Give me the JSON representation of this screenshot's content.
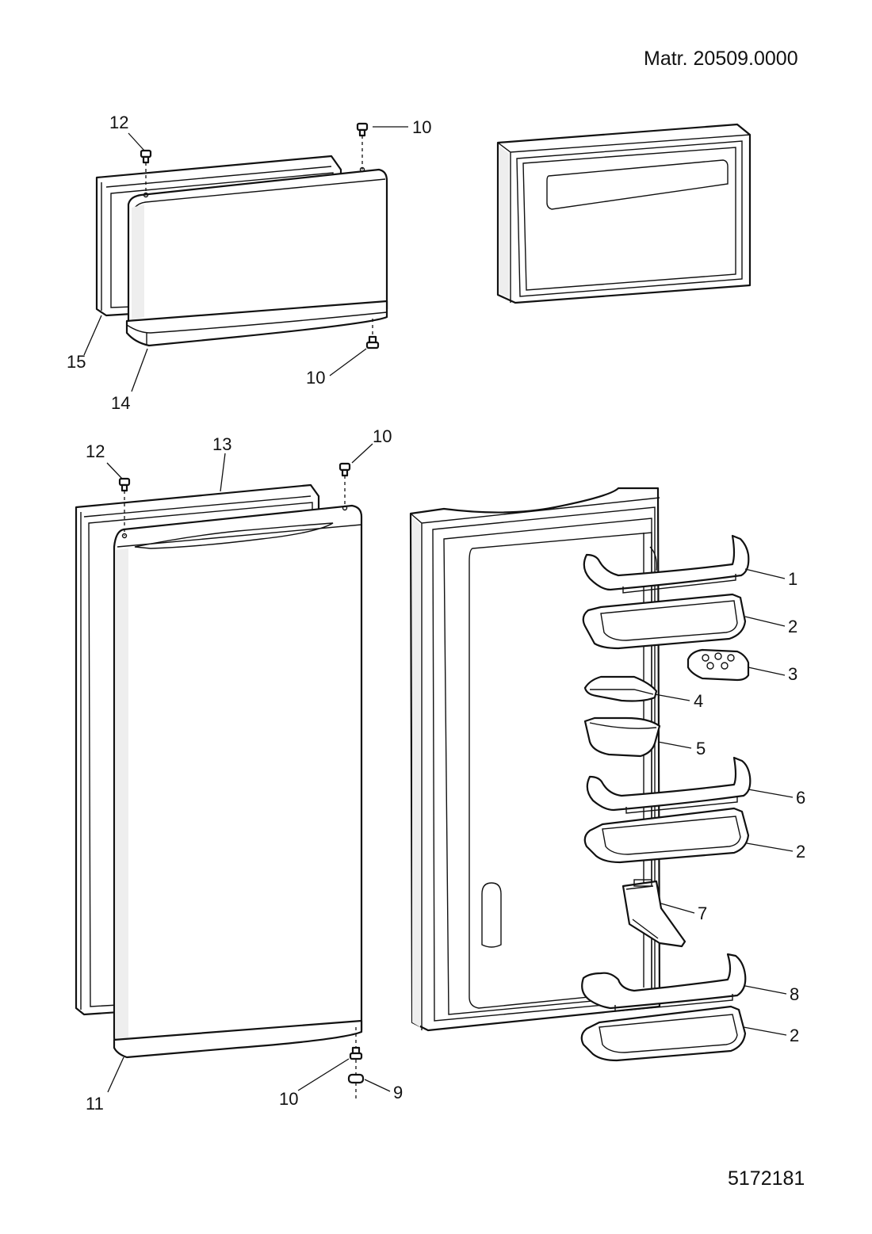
{
  "header": {
    "material_number": "Matr. 20509.0000"
  },
  "footer": {
    "document_number": "5172181"
  },
  "callouts": {
    "c1": "1",
    "c2a": "2",
    "c2b": "2",
    "c2c": "2",
    "c3": "3",
    "c4": "4",
    "c5": "5",
    "c6": "6",
    "c7": "7",
    "c8": "8",
    "c9": "9",
    "c10a": "10",
    "c10b": "10",
    "c10c": "10",
    "c10d": "10",
    "c11": "11",
    "c12a": "12",
    "c12b": "12",
    "c13": "13",
    "c14": "14",
    "c15": "15"
  }
}
